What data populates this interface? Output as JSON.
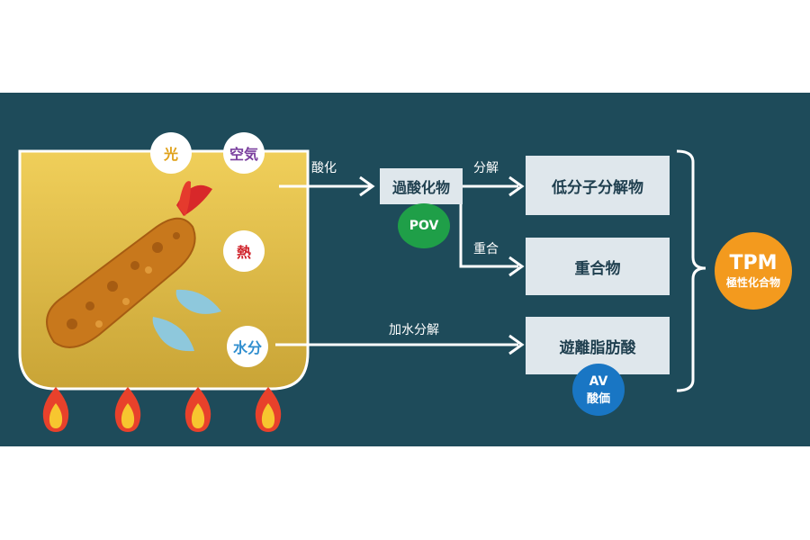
{
  "factors": {
    "light": "光",
    "air": "空気",
    "heat": "熱",
    "water": "水分"
  },
  "reactions": {
    "oxidation": "酸化",
    "decomposition": "分解",
    "polymerization": "重合",
    "hydrolysis": "加水分解"
  },
  "products": {
    "peroxide": "過酸化物",
    "low_molecular": "低分子分解物",
    "polymer": "重合物",
    "free_fatty_acid": "遊離脂肪酸"
  },
  "badges": {
    "pov": "POV",
    "av_title": "AV",
    "av_sub": "酸価",
    "tpm_title": "TPM",
    "tpm_sub": "極性化合物"
  },
  "colors": {
    "background": "#1e4b5a",
    "oil": "#e2c04a",
    "light_text": "#e0a21c",
    "air_text": "#7a3f9e",
    "heat_text": "#d0222a",
    "water_text": "#2f8ecf",
    "pov_badge": "#1f9f48",
    "av_badge": "#1976c4",
    "tpm_badge": "#f39a1e"
  },
  "icons": [
    "fried-shrimp-icon",
    "water-droplet-icon",
    "flame-icon"
  ]
}
